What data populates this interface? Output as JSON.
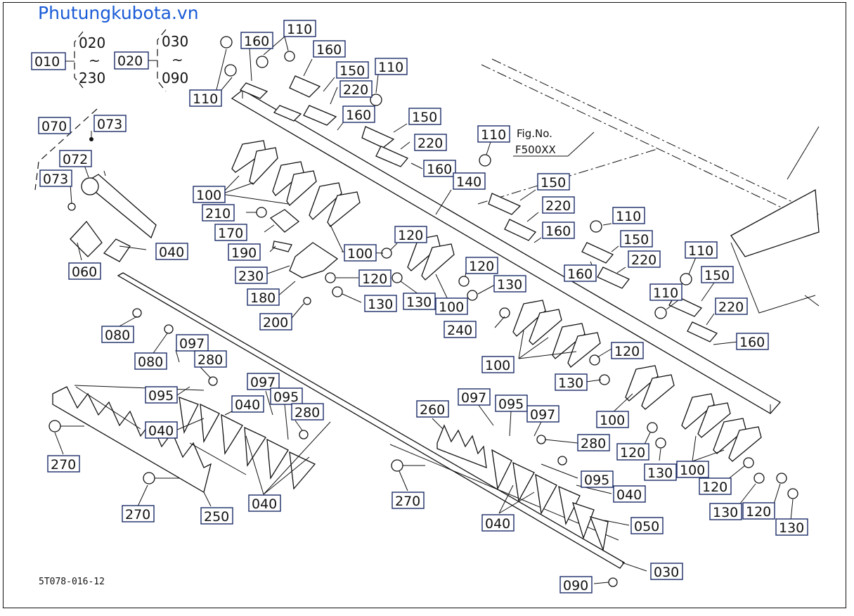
{
  "watermark": "Phutungkubota.vn",
  "drawing_code": "5T078-016-12",
  "fig_ref": {
    "line1": "Fig.No.",
    "line2": "F500XX"
  },
  "hierarchy": {
    "root": "010",
    "root_range": {
      "from": "020",
      "tilde": "~",
      "to": "230"
    },
    "child": "020",
    "child_range": {
      "from": "030",
      "tilde": "~",
      "to": "090"
    }
  },
  "callouts": [
    {
      "id": "070",
      "label": "070"
    },
    {
      "id": "073a",
      "label": "073"
    },
    {
      "id": "072",
      "label": "072"
    },
    {
      "id": "073b",
      "label": "073"
    },
    {
      "id": "110a",
      "label": "110"
    },
    {
      "id": "160a",
      "label": "160"
    },
    {
      "id": "160b",
      "label": "160"
    },
    {
      "id": "110b",
      "label": "110"
    },
    {
      "id": "150a",
      "label": "150"
    },
    {
      "id": "220a",
      "label": "220"
    },
    {
      "id": "110c",
      "label": "110"
    },
    {
      "id": "160c",
      "label": "160"
    },
    {
      "id": "150b",
      "label": "150"
    },
    {
      "id": "220b",
      "label": "220"
    },
    {
      "id": "160d",
      "label": "160"
    },
    {
      "id": "140",
      "label": "140"
    },
    {
      "id": "110d",
      "label": "110"
    },
    {
      "id": "150c",
      "label": "150"
    },
    {
      "id": "220c",
      "label": "220"
    },
    {
      "id": "160e",
      "label": "160"
    },
    {
      "id": "110e",
      "label": "110"
    },
    {
      "id": "150d",
      "label": "150"
    },
    {
      "id": "160f",
      "label": "160"
    },
    {
      "id": "220d",
      "label": "220"
    },
    {
      "id": "110f",
      "label": "110"
    },
    {
      "id": "150e",
      "label": "150"
    },
    {
      "id": "110g",
      "label": "110"
    },
    {
      "id": "220e",
      "label": "220"
    },
    {
      "id": "160g",
      "label": "160"
    },
    {
      "id": "100a",
      "label": "100"
    },
    {
      "id": "210",
      "label": "210"
    },
    {
      "id": "170",
      "label": "170"
    },
    {
      "id": "040a",
      "label": "040"
    },
    {
      "id": "190",
      "label": "190"
    },
    {
      "id": "060",
      "label": "060"
    },
    {
      "id": "230",
      "label": "230"
    },
    {
      "id": "100b",
      "label": "100"
    },
    {
      "id": "120a",
      "label": "120"
    },
    {
      "id": "120b",
      "label": "120"
    },
    {
      "id": "180",
      "label": "180"
    },
    {
      "id": "130a",
      "label": "130"
    },
    {
      "id": "130b",
      "label": "130"
    },
    {
      "id": "100c",
      "label": "100"
    },
    {
      "id": "120c",
      "label": "120"
    },
    {
      "id": "130c",
      "label": "130"
    },
    {
      "id": "200",
      "label": "200"
    },
    {
      "id": "240",
      "label": "240"
    },
    {
      "id": "080a",
      "label": "080"
    },
    {
      "id": "097a",
      "label": "097"
    },
    {
      "id": "080b",
      "label": "080"
    },
    {
      "id": "280a",
      "label": "280"
    },
    {
      "id": "100d",
      "label": "100"
    },
    {
      "id": "120d",
      "label": "120"
    },
    {
      "id": "130d",
      "label": "130"
    },
    {
      "id": "095a",
      "label": "095"
    },
    {
      "id": "097b",
      "label": "097"
    },
    {
      "id": "095b",
      "label": "095"
    },
    {
      "id": "040b",
      "label": "040"
    },
    {
      "id": "280b",
      "label": "280"
    },
    {
      "id": "040c",
      "label": "040"
    },
    {
      "id": "260",
      "label": "260"
    },
    {
      "id": "097c",
      "label": "097"
    },
    {
      "id": "095c",
      "label": "095"
    },
    {
      "id": "097d",
      "label": "097"
    },
    {
      "id": "100e",
      "label": "100"
    },
    {
      "id": "280c",
      "label": "280"
    },
    {
      "id": "120e",
      "label": "120"
    },
    {
      "id": "130e",
      "label": "130"
    },
    {
      "id": "100f",
      "label": "100"
    },
    {
      "id": "270a",
      "label": "270"
    },
    {
      "id": "095d",
      "label": "095"
    },
    {
      "id": "040d",
      "label": "040"
    },
    {
      "id": "120f",
      "label": "120"
    },
    {
      "id": "270b",
      "label": "270"
    },
    {
      "id": "040e",
      "label": "040"
    },
    {
      "id": "270c",
      "label": "270"
    },
    {
      "id": "250",
      "label": "250"
    },
    {
      "id": "040f",
      "label": "040"
    },
    {
      "id": "130f",
      "label": "130"
    },
    {
      "id": "120g",
      "label": "120"
    },
    {
      "id": "050",
      "label": "050"
    },
    {
      "id": "130g",
      "label": "130"
    },
    {
      "id": "030",
      "label": "030"
    },
    {
      "id": "090",
      "label": "090"
    }
  ]
}
